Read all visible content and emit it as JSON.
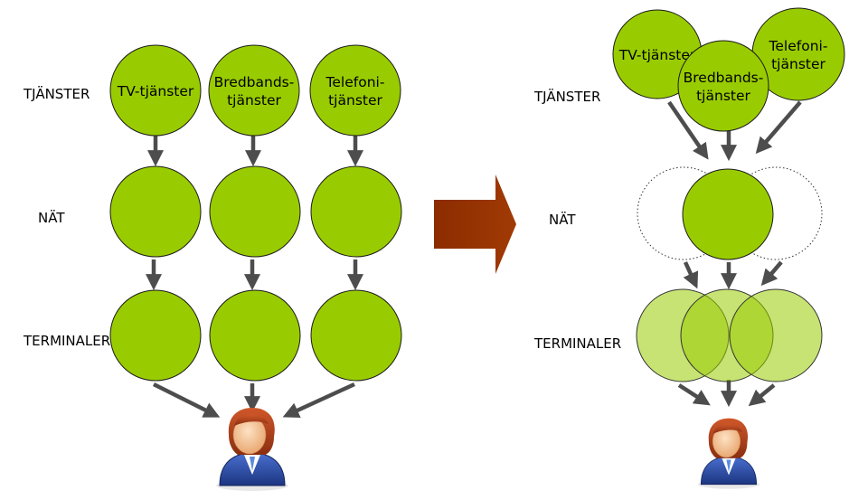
{
  "colors": {
    "node_fill": "#99cc00",
    "node_stroke": "#1a1a1a",
    "terminal_light_fill": "#b8dc50",
    "arrow": "#4d4d4d",
    "transition_arrow": "#993300"
  },
  "left": {
    "rows": {
      "services": "TJÄNSTER",
      "network": "NÄT",
      "terminals": "TERMINALER"
    },
    "services": [
      {
        "lines": [
          "TV-tjänster"
        ]
      },
      {
        "lines": [
          "Bredbands-",
          "tjänster"
        ]
      },
      {
        "lines": [
          "Telefoni-",
          "tjänster"
        ]
      }
    ]
  },
  "right": {
    "rows": {
      "services": "TJÄNSTER",
      "network": "NÄT",
      "terminals": "TERMINALER"
    },
    "services": [
      {
        "lines": [
          "TV-tjänster"
        ]
      },
      {
        "lines": [
          "Bredbands-",
          "tjänster"
        ]
      },
      {
        "lines": [
          "Telefoni-",
          "tjänster"
        ]
      }
    ]
  },
  "icons": {
    "user": "user-icon",
    "transition": "right-arrow-icon"
  }
}
